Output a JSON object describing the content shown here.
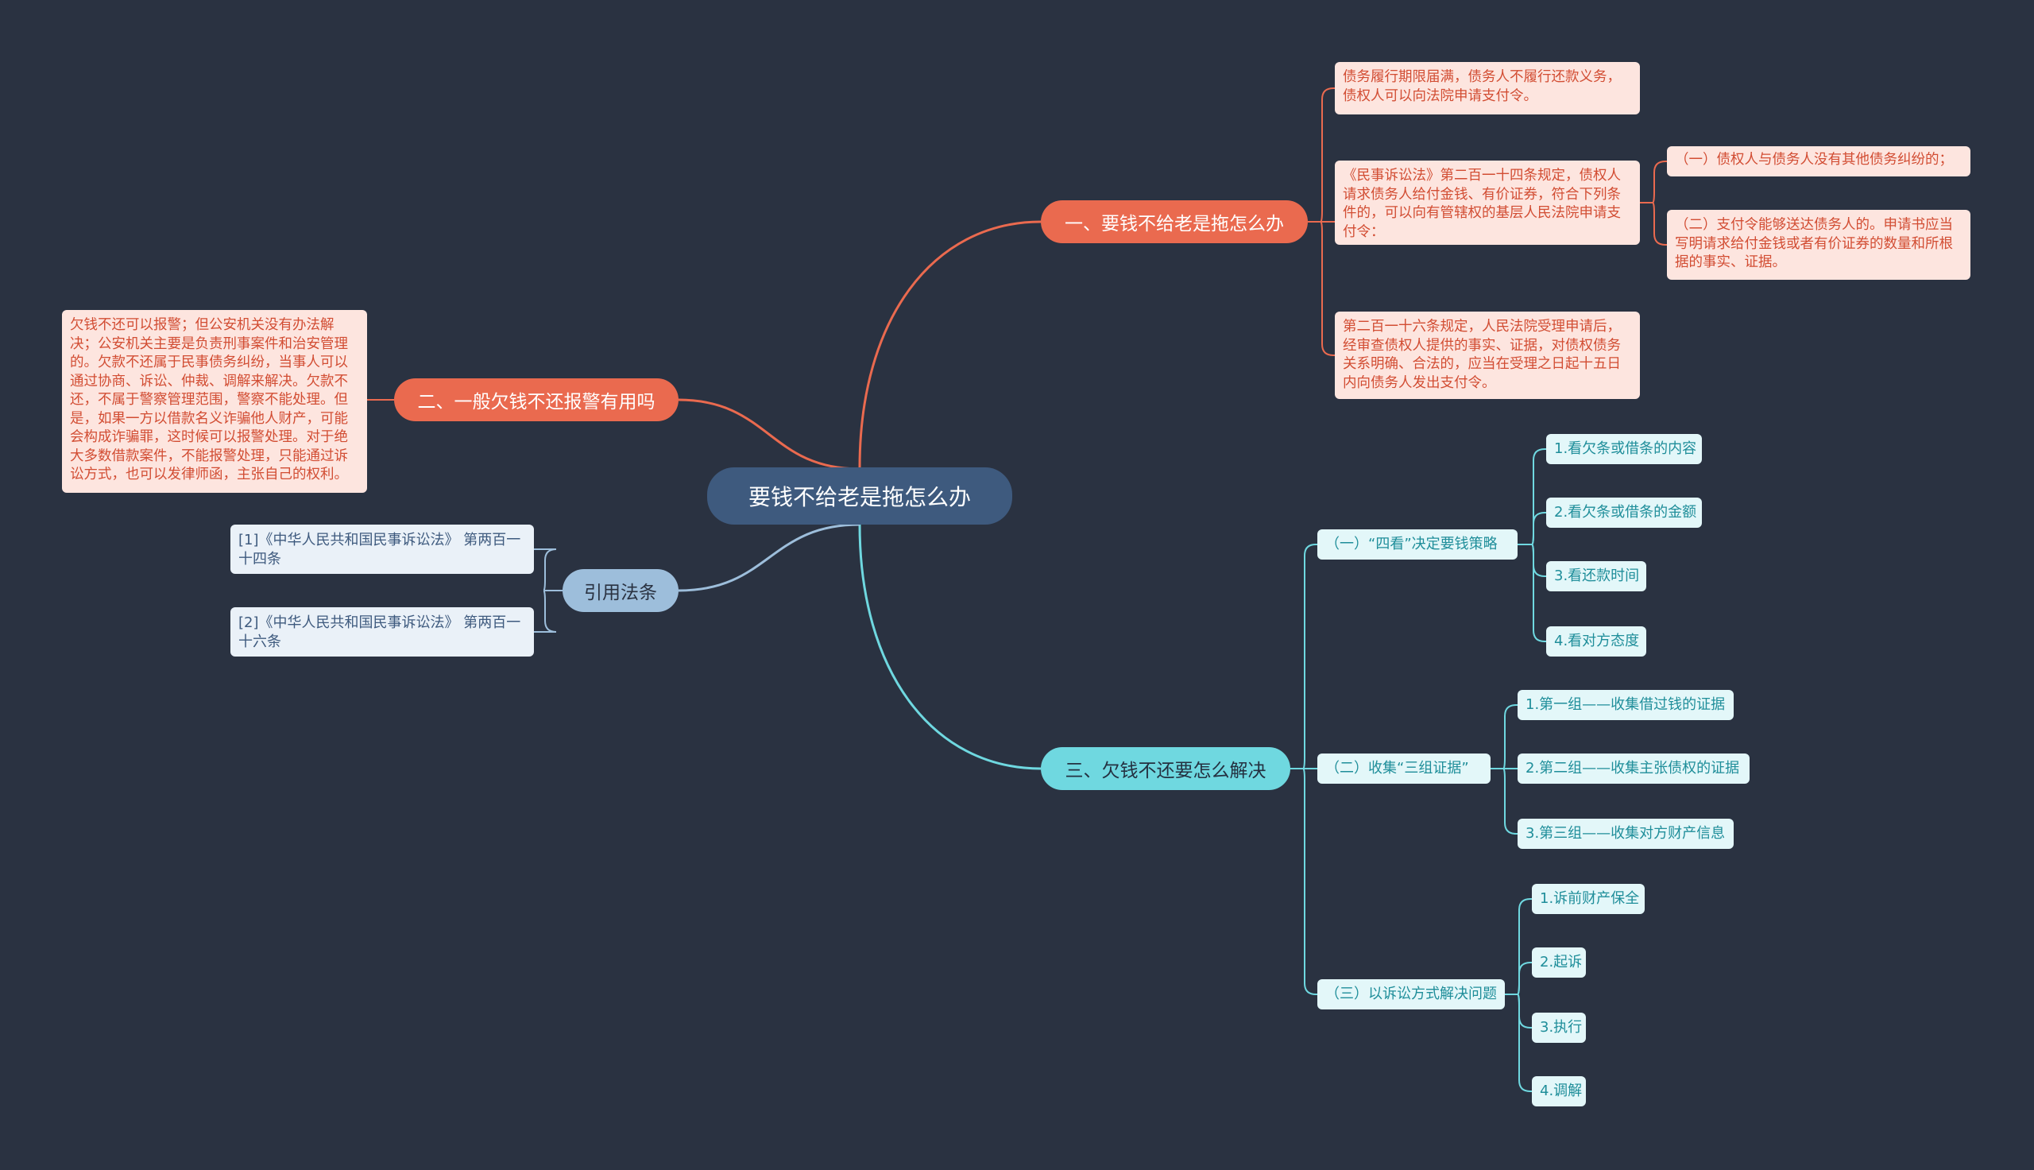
{
  "root": {
    "label": "要钱不给老是拖怎么办"
  },
  "branches": {
    "b1": {
      "label": "一、要钱不给老是拖怎么办",
      "notes": [
        "债务履行期限届满，债务人不履行还款义务，债权人可以向法院申请支付令。",
        "《民事诉讼法》第二百一十四条规定，债权人请求债务人给付金钱、有价证券，符合下列条件的，可以向有管辖权的基层人民法院申请支付令：",
        "第二百一十六条规定，人民法院受理申请后，经审查债权人提供的事实、证据，对债权债务关系明确、合法的，应当在受理之日起十五日内向债务人发出支付令。"
      ],
      "conditions": [
        "（一）债权人与债务人没有其他债务纠纷的；",
        "（二）支付令能够送达债务人的。申请书应当写明请求给付金钱或者有价证券的数量和所根据的事实、证据。"
      ]
    },
    "b2": {
      "label": "二、一般欠钱不还报警有用吗",
      "note": "欠钱不还可以报警；但公安机关没有办法解决；公安机关主要是负责刑事案件和治安管理的。欠款不还属于民事债务纠纷，当事人可以通过协商、诉讼、仲裁、调解来解决。欠款不还，不属于警察管理范围，警察不能处理。但是，如果一方以借款名义诈骗他人财产，可能会构成诈骗罪，这时候可以报警处理。对于绝大多数借款案件，不能报警处理，只能通过诉讼方式，也可以发律师函，主张自己的权利。"
    },
    "b3": {
      "label": "引用法条",
      "refs": [
        "[1]《中华人民共和国民事诉讼法》 第两百一十四条",
        "[2]《中华人民共和国民事诉讼法》 第两百一十六条"
      ]
    },
    "b4": {
      "label": "三、欠钱不还要怎么解决",
      "subs": [
        {
          "label": "（一）“四看”决定要钱策略",
          "items": [
            "1.看欠条或借条的内容",
            "2.看欠条或借条的金额",
            "3.看还款时间",
            "4.看对方态度"
          ]
        },
        {
          "label": "（二）收集“三组证据”",
          "items": [
            "1.第一组——收集借过钱的证据",
            "2.第二组——收集主张债权的证据",
            "3.第三组——收集对方财产信息"
          ]
        },
        {
          "label": "（三）以诉讼方式解决问题",
          "items": [
            "1.诉前财产保全",
            "2.起诉",
            "3.执行",
            "4.调解"
          ]
        }
      ]
    }
  },
  "colors": {
    "background": "#2a3241",
    "root": "#3e5a7e",
    "red": "#ea6a4f",
    "blue": "#9dbedb",
    "cyan": "#6fd8e0"
  }
}
